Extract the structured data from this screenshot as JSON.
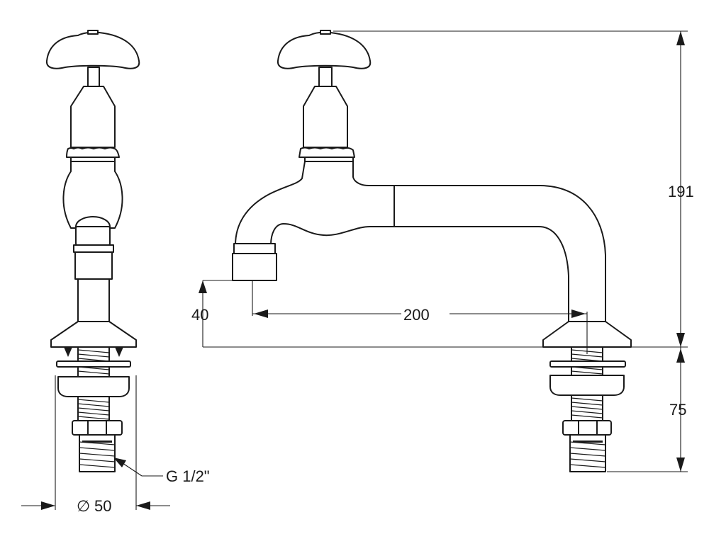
{
  "dimensions": {
    "total_height": "191",
    "spout_reach": "200",
    "spout_height": "40",
    "shank_length": "75",
    "base_diameter": "50",
    "diameter_symbol": "∅",
    "thread": "G 1/2\""
  },
  "colors": {
    "line": "#1a1a1a",
    "background": "#ffffff"
  }
}
